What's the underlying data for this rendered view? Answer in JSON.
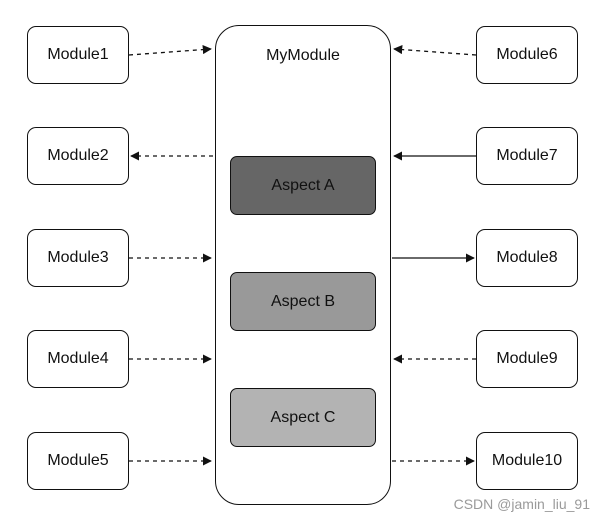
{
  "diagram": {
    "main_module": {
      "label": "MyModule"
    },
    "aspects": [
      {
        "label": "Aspect A",
        "fill": "#666666"
      },
      {
        "label": "Aspect B",
        "fill": "#999999"
      },
      {
        "label": "Aspect C",
        "fill": "#b3b3b3"
      }
    ],
    "left_modules": [
      {
        "label": "Module1",
        "arrow": "to MyModule",
        "style": "dashed"
      },
      {
        "label": "Module2",
        "arrow": "from MyModule",
        "style": "dashed"
      },
      {
        "label": "Module3",
        "arrow": "to MyModule",
        "style": "dashed"
      },
      {
        "label": "Module4",
        "arrow": "to MyModule",
        "style": "dashed"
      },
      {
        "label": "Module5",
        "arrow": "to MyModule",
        "style": "dashed"
      }
    ],
    "right_modules": [
      {
        "label": "Module6",
        "arrow": "to MyModule",
        "style": "dashed"
      },
      {
        "label": "Module7",
        "arrow": "to MyModule",
        "style": "solid"
      },
      {
        "label": "Module8",
        "arrow": "from MyModule",
        "style": "solid"
      },
      {
        "label": "Module9",
        "arrow": "to MyModule",
        "style": "dashed"
      },
      {
        "label": "Module10",
        "arrow": "from MyModule",
        "style": "dashed"
      }
    ]
  },
  "watermark": "CSDN @jamin_liu_91",
  "colors": {
    "stroke": "#111111",
    "watermark": "#9a9a9a"
  }
}
